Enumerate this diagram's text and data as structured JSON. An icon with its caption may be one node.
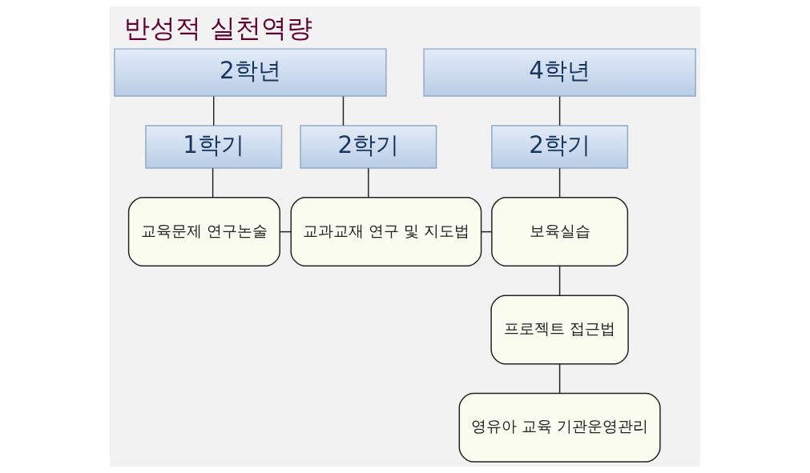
{
  "diagram": {
    "title": "반성적 실천역량",
    "nodes": [
      {
        "text": [
          "2학년"
        ]
      },
      {
        "text": [
          "4학년"
        ]
      },
      {
        "text": [
          "1학기"
        ]
      },
      {
        "text": [
          "2학기"
        ]
      },
      {
        "text": [
          "2학기"
        ]
      },
      {
        "text": [
          "교육문제 연구논술"
        ]
      },
      {
        "text": [
          "교과교재 연구 및 지도법"
        ]
      },
      {
        "text": [
          "보육실습"
        ]
      },
      {
        "text": [
          "프로젝트 접근법"
        ]
      },
      {
        "text": [
          "영유아 교육 기관운영관리"
        ]
      }
    ],
    "edges": [
      {
        "from": 0,
        "to": 2,
        "arrow": "none"
      },
      {
        "from": 0,
        "to": 3,
        "arrow": "none"
      },
      {
        "from": 1,
        "to": 4,
        "arrow": "none"
      },
      {
        "from": 2,
        "to": 5,
        "arrow": "none"
      },
      {
        "from": 3,
        "to": 6,
        "arrow": "none"
      },
      {
        "from": 4,
        "to": 7,
        "arrow": "none"
      },
      {
        "from": 5,
        "to": 6,
        "arrow": "none"
      },
      {
        "from": 6,
        "to": 7,
        "arrow": "none"
      },
      {
        "from": 7,
        "to": 8,
        "arrow": "none"
      },
      {
        "from": 8,
        "to": 9,
        "arrow": "none"
      }
    ]
  }
}
